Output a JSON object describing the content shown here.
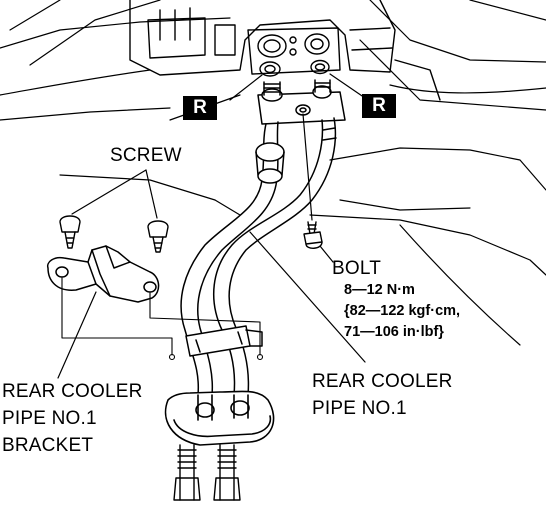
{
  "labels": {
    "screw": "SCREW",
    "bolt": "BOLT",
    "torque_line1": "8—12 N·m",
    "torque_line2": "{82—122 kgf·cm,",
    "torque_line3": "71—106 in·lbf}",
    "rear_pipe_line1": "REAR COOLER",
    "rear_pipe_line2": "PIPE NO.1",
    "bracket_line1": "REAR COOLER",
    "bracket_line2": "PIPE NO.1",
    "bracket_line3": "BRACKET"
  },
  "badges": {
    "replace_left": "R",
    "replace_right": "R"
  }
}
